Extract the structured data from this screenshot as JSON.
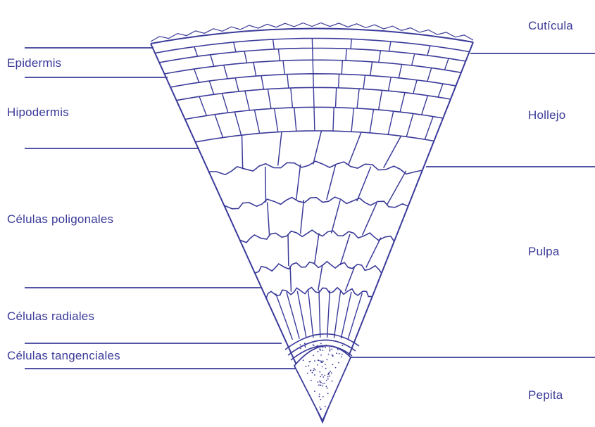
{
  "colors": {
    "ink": "#3b3b9a",
    "background": "#ffffff"
  },
  "left_labels": {
    "epidermis": "Epidermis",
    "hipodermis": "Hipodermis",
    "poligonales": "Células poligonales",
    "radiales": "Células radiales",
    "tangenciales": "Células tangenciales"
  },
  "right_labels": {
    "cuticula": "Cutícula",
    "hollejo": "Hollejo",
    "pulpa": "Pulpa",
    "pepita": "Pepita"
  }
}
